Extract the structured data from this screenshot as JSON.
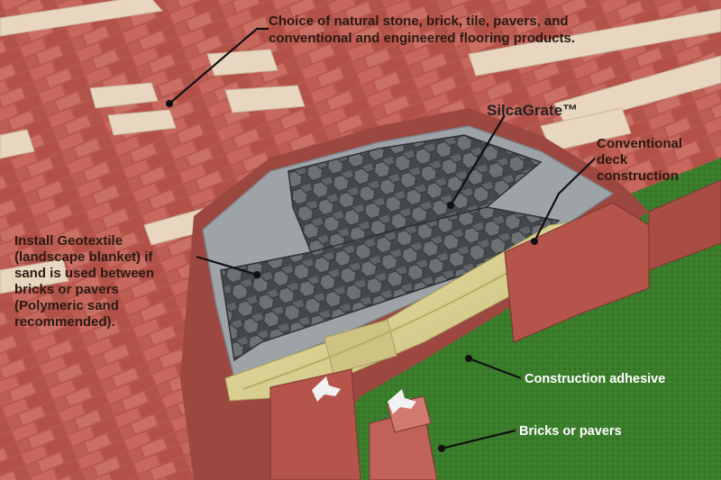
{
  "labels": {
    "flooring": [
      "Choice of natural stone, brick, tile, pavers, and",
      "conventional and engineered flooring products."
    ],
    "silcagrate": "SilcaGrate™",
    "deck": [
      "Conventional",
      "deck",
      "construction"
    ],
    "geotextile": [
      "Install Geotextile",
      "(landscape blanket) if",
      "sand is used between",
      "bricks or pavers",
      "(Polymeric sand",
      "recommended)."
    ],
    "adhesive": "Construction adhesive",
    "bricks": "Bricks or pavers"
  },
  "colors": {
    "brick": "#b8574f",
    "brick_light": "#cf7d73",
    "paver_cream": "#e8d6c0",
    "grass": "#3a7d2a",
    "geotextile": "#9ea3a8",
    "grate": "#555a5e",
    "wood": "#d9cf8e",
    "leader": "#111111"
  }
}
